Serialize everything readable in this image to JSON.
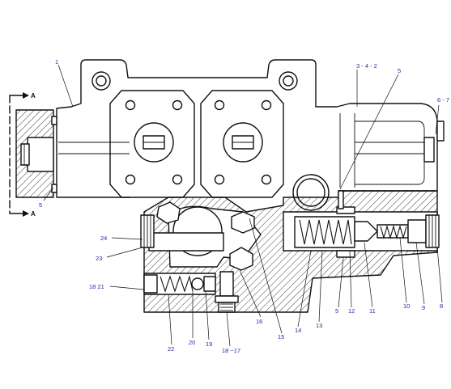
{
  "section_marker": {
    "letter": "A"
  },
  "callouts": [
    {
      "id": "1",
      "text": "1"
    },
    {
      "id": "3-4-2",
      "text": "3 - 4 - 2"
    },
    {
      "id": "5-top",
      "text": "5"
    },
    {
      "id": "6-7",
      "text": "6 - 7"
    },
    {
      "id": "5-left",
      "text": "5"
    },
    {
      "id": "24",
      "text": "24"
    },
    {
      "id": "23",
      "text": "23"
    },
    {
      "id": "18-21",
      "text": "18   21"
    },
    {
      "id": "22",
      "text": "22"
    },
    {
      "id": "20",
      "text": "20"
    },
    {
      "id": "19",
      "text": "19"
    },
    {
      "id": "18-17",
      "text": "18 ~17"
    },
    {
      "id": "16",
      "text": "16"
    },
    {
      "id": "15",
      "text": "15"
    },
    {
      "id": "14",
      "text": "14"
    },
    {
      "id": "13",
      "text": "13"
    },
    {
      "id": "5-bottom",
      "text": "5"
    },
    {
      "id": "12",
      "text": "12"
    },
    {
      "id": "11",
      "text": "11"
    },
    {
      "id": "10",
      "text": "10"
    },
    {
      "id": "9",
      "text": "9"
    },
    {
      "id": "8",
      "text": "8"
    }
  ]
}
